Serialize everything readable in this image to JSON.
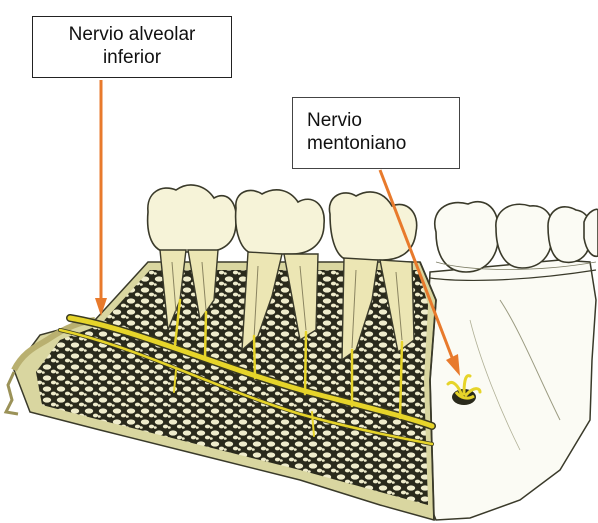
{
  "labels": {
    "inferior_alveolar": {
      "line1": "Nervio alveolar",
      "line2": "inferior"
    },
    "mental": {
      "line1": "Nervio",
      "line2": "mentoniano"
    }
  },
  "colors": {
    "arrow": "#e87a2c",
    "nerve": "#e6d42a",
    "bone_cut": "#d9d6a0",
    "trabecular_dark": "#2a2a1c",
    "tooth_enamel": "#f6f3d8",
    "tooth_root": "#ece6b4",
    "outline": "#3a3a2a"
  }
}
